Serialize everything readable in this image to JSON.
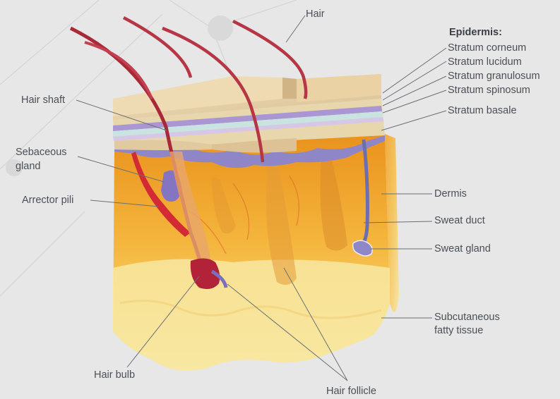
{
  "diagram": {
    "epidermis_heading": "Epidermis:",
    "labels": {
      "hair": "Hair",
      "stratum_corneum": "Stratum corneum",
      "stratum_lucidum": "Stratum  lucidum",
      "stratum_granulosum": "Stratum  granulosum",
      "stratum_spinosum": "Stratum  spinosum",
      "stratum_basale": "Stratum  basale",
      "hair_shaft": "Hair shaft",
      "sebaceous_gland_line1": "Sebaceous",
      "sebaceous_gland_line2": "gland",
      "arrector_pili": "Arrector pili",
      "dermis": "Dermis",
      "sweat_duct": "Sweat duct",
      "sweat_gland": "Sweat gland",
      "subcutaneous_line1": "Subcutaneous",
      "subcutaneous_line2": "fatty tissue",
      "hair_bulb": "Hair bulb",
      "hair_follicle": "Hair follicle"
    },
    "colors": {
      "background": "#e7e7e7",
      "skin_top": "#e8d2a8",
      "dermis": "#f2b23a",
      "subcutaneous": "#f6e59a",
      "hair": "#c23a4a",
      "membrane": "#8a7fc4",
      "leader_line": "#6a6f75"
    }
  }
}
